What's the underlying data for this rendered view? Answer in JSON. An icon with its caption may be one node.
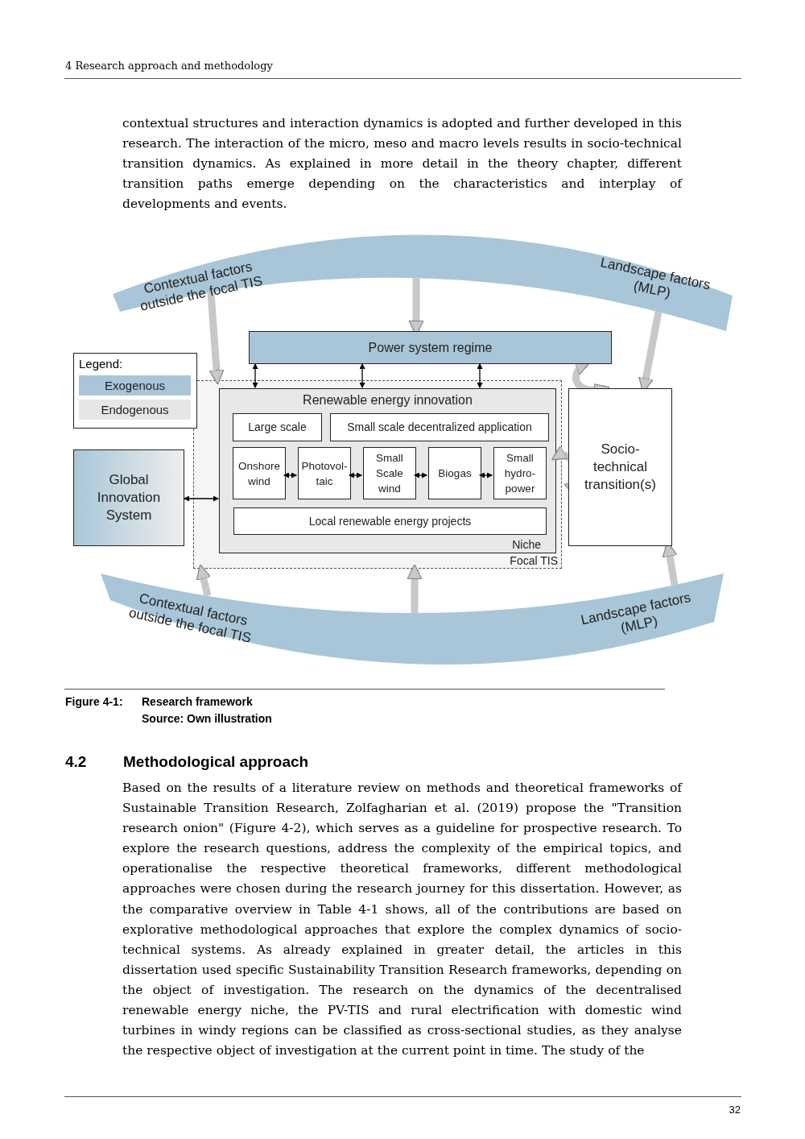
{
  "diagram": {
    "nodes": [
      {
        "text": [
          "Contextual factors outside the focal TIS",
          "Landscape factors (MLP)"
        ]
      },
      {
        "text": [
          "Power system regime"
        ]
      },
      {
        "text": [
          "Focal TIS"
        ]
      },
      {
        "text": [
          "Renewable energy innovation",
          "Niche"
        ],
        "in": 2
      },
      {
        "text": [
          "Large scale"
        ],
        "in": 3
      },
      {
        "text": [
          "Small scale decentralized application"
        ],
        "in": 3
      },
      {
        "text": [
          "Onshore wind"
        ],
        "in": 3
      },
      {
        "text": [
          "Photovol- taic"
        ],
        "in": 3
      },
      {
        "text": [
          "Small Scale wind"
        ],
        "in": 3
      },
      {
        "text": [
          "Biogas"
        ],
        "in": 3
      },
      {
        "text": [
          "Small hydro- power"
        ],
        "in": 3
      },
      {
        "text": [
          "Local renewable energy projects"
        ],
        "in": 3
      },
      {
        "text": [
          "Global Innovation System"
        ]
      },
      {
        "text": [
          "Socio- technical transition(s)"
        ]
      },
      {
        "text": [
          "Contextual factors outside the focal TIS",
          "Landscape factors (MLP)"
        ]
      }
    ],
    "edges": [
      {
        "from": 0,
        "to": 2,
        "arrow": "to",
        "style": "thick",
        "color": "#c8c8c8"
      },
      {
        "from": 0,
        "to": 1,
        "arrow": "to",
        "style": "thick",
        "color": "#c8c8c8"
      },
      {
        "from": 0,
        "to": 13,
        "arrow": "to",
        "style": "thick",
        "color": "#c8c8c8"
      },
      {
        "from": 1,
        "to": 3,
        "arrow": "both",
        "color": "#000000"
      },
      {
        "from": 1,
        "to": 3,
        "arrow": "both",
        "color": "#000000"
      },
      {
        "from": 1,
        "to": 3,
        "arrow": "both",
        "color": "#000000"
      },
      {
        "from": 1,
        "to": 13,
        "arrow": "both",
        "style": "thick",
        "color": "#c8c8c8"
      },
      {
        "from": 12,
        "to": 3,
        "arrow": "both",
        "color": "#000000"
      },
      {
        "from": 6,
        "to": 7,
        "arrow": "both",
        "color": "#000000"
      },
      {
        "from": 7,
        "to": 8,
        "arrow": "both",
        "color": "#000000"
      },
      {
        "from": 8,
        "to": 9,
        "arrow": "both",
        "color": "#000000"
      },
      {
        "from": 9,
        "to": 10,
        "arrow": "both",
        "color": "#000000"
      },
      {
        "from": 3,
        "to": 13,
        "arrow": "both",
        "style": "thick",
        "color": "#c8c8c8"
      },
      {
        "from": 14,
        "to": 2,
        "arrow": "to",
        "style": "thick",
        "color": "#c8c8c8"
      },
      {
        "from": 14,
        "to": 2,
        "arrow": "to",
        "style": "thick",
        "color": "#c8c8c8"
      },
      {
        "from": 14,
        "to": 13,
        "arrow": "to",
        "style": "thick",
        "color": "#c8c8c8"
      }
    ],
    "labels": [
      "4 Research approach and methodology",
      "contextual structures and interaction dynamics is adopted and further developed in this research. The interaction of the micro, meso and macro levels results in socio-technical transition dynamics. As explained in more detail in the theory chapter, different transition paths emerge depending on the characteristics and interplay of developments and events.",
      "Legend:",
      "Figure 4-1:",
      "Research framework",
      "Source: Own illustration",
      "4.2",
      "Methodological approach",
      "Based on the results of a literature review on methods and theoretical frameworks of Sustainable Transition Research, Zolfagharian et al. (2019) propose the \"Transition research onion\" (Figure 4-2), which serves as a guideline for prospective research. To explore the research questions, address the complexity of the empirical topics, and operationalise the respective theoretical frameworks, different methodological approaches were chosen during the research journey for this dissertation. However, as the comparative overview in Table 4-1 shows, all of the contributions are based on explorative methodological approaches that explore the complex dynamics of socio-technical systems. As already explained in greater detail, the articles in this dissertation used specific Sustainability Transition Research frameworks, depending on the object of investigation. The research on the dynamics of the decentralised renewable energy niche, the PV-TIS and rural electrification with domestic wind turbines in windy regions can be classified as cross-sectional studies, as they analyse the respective object of investigation at the current point in time. The study of the",
      "32"
    ],
    "legend": [
      {
        "text": "Exogenous",
        "color": "#a9c6d8"
      },
      {
        "text": "Endogenous",
        "color": "#e6e6e6"
      }
    ]
  }
}
